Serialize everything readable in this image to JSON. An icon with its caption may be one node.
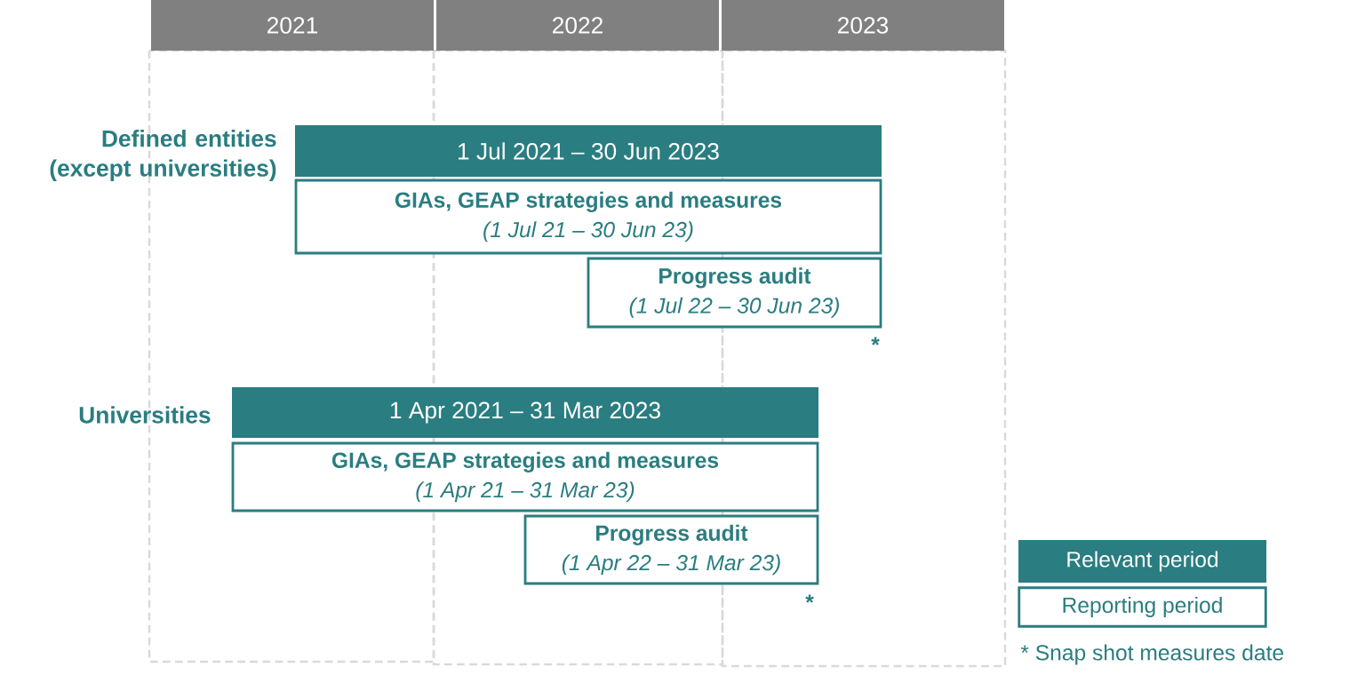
{
  "diagram": {
    "nodes": [
      {
        "text": [
          "2021"
        ]
      },
      {
        "text": [
          "2022"
        ]
      },
      {
        "text": [
          "2023"
        ]
      },
      {
        "text": [
          "1 Jul 2021 – 30 Jun 2023"
        ],
        "beside": [
          "Defined entities (except universities)"
        ]
      },
      {
        "text": [
          "GIAs, GEAP strategies and measures",
          "(1 Jul 21 – 30 Jun 23)"
        ]
      },
      {
        "text": [
          "Progress audit",
          "(1 Jul 22 – 30 Jun 23)"
        ],
        "beside": [
          "*"
        ]
      },
      {
        "text": [
          "1 Apr 2021 – 31 Mar 2023"
        ],
        "beside": [
          "Universities"
        ]
      },
      {
        "text": [
          "GIAs, GEAP strategies and measures",
          "(1 Apr 21 – 31 Mar 23)"
        ]
      },
      {
        "text": [
          "Progress audit",
          "(1 Apr 22 – 31 Mar 23)"
        ],
        "beside": [
          "*"
        ]
      }
    ],
    "labels": [
      "* Snap shot measures date"
    ],
    "legend": [
      {
        "text": "Relevant period",
        "color": "#2a7d80"
      },
      {
        "text": "Reporting period"
      }
    ]
  }
}
